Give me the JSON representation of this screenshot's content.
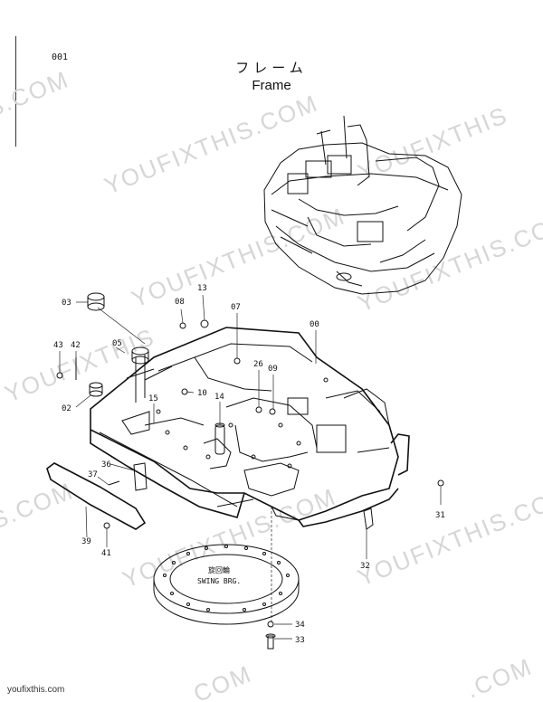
{
  "page_number": "001",
  "title_jp": "フレーム",
  "title_en": "Frame",
  "ring_label_jp": "旋回輪",
  "ring_label_en": "SWING BRG.",
  "footer": "youfixthis.com",
  "watermark": "YOUFIXTHIS.COM",
  "watermark_fragments": [
    "S.COM",
    "YOUFIXTHIS.COM",
    "YOUFIXTHIS",
    ".COM"
  ],
  "callouts": [
    "03",
    "08",
    "13",
    "07",
    "00",
    "43",
    "42",
    "05",
    "26",
    "09",
    "10",
    "15",
    "14",
    "02",
    "36",
    "37",
    "39",
    "41",
    "31",
    "32",
    "34",
    "33"
  ]
}
